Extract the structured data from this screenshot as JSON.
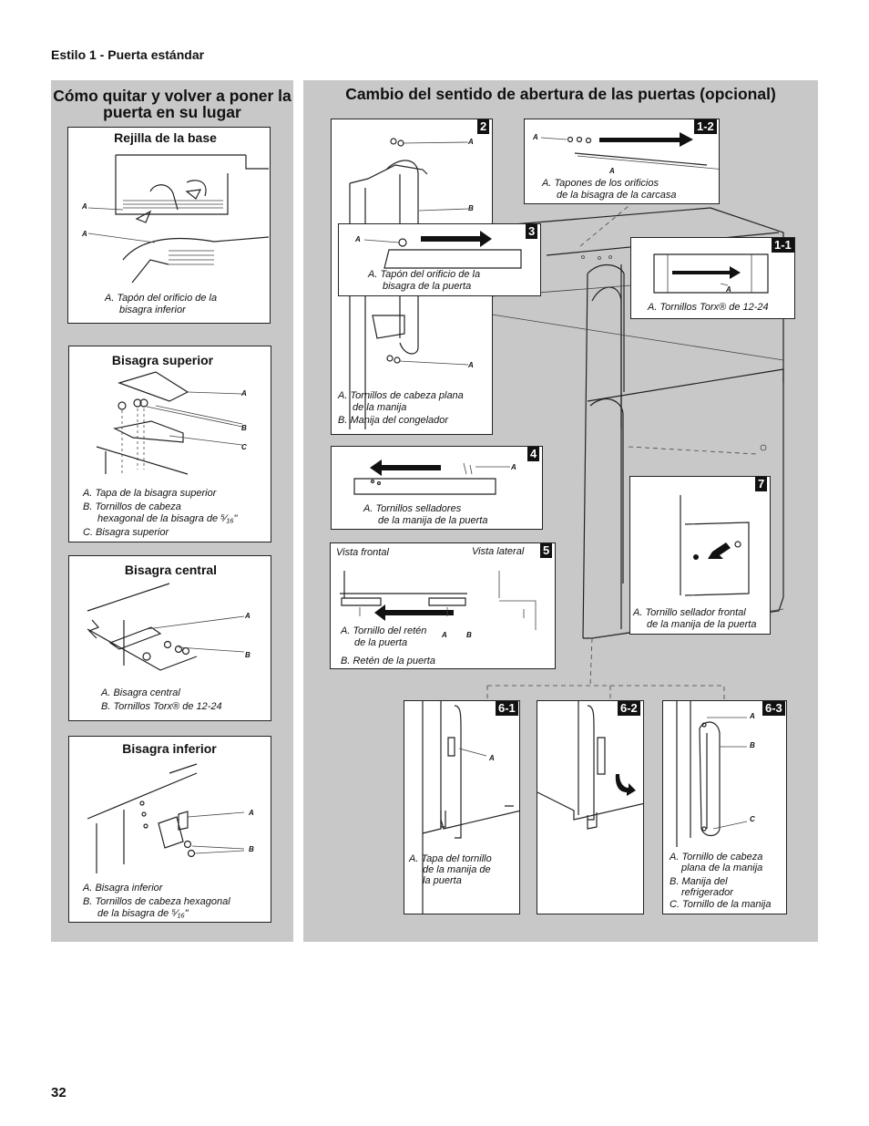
{
  "header": {
    "title": "Estilo 1 - Puerta estándar"
  },
  "left": {
    "title": "Cómo quitar y volver a poner la puerta en su lugar",
    "base_grille": {
      "title": "Rejilla de la base",
      "labels": [
        "A",
        "A"
      ],
      "caption": [
        "A. Tapón del orificio de la",
        "bisagra inferior"
      ]
    },
    "top_hinge": {
      "title": "Bisagra superior",
      "labels": [
        "A",
        "B",
        "C"
      ],
      "caption": [
        "A. Tapa de la bisagra superior",
        "B. Tornillos de cabeza",
        "hexagonal de la bisagra de ⁵⁄₁₆\"",
        "C. Bisagra superior"
      ]
    },
    "center_hinge": {
      "title": "Bisagra central",
      "labels": [
        "A",
        "B"
      ],
      "caption": [
        "A. Bisagra central",
        "B. Tornillos Torx® de 12-24"
      ]
    },
    "bottom_hinge": {
      "title": "Bisagra inferior",
      "labels": [
        "A",
        "B"
      ],
      "caption": [
        "A. Bisagra inferior",
        "B. Tornillos de cabeza hexagonal",
        "de la bisagra de ⁵⁄₁₆\""
      ]
    }
  },
  "right": {
    "title": "Cambio del sentido de abertura de las puertas (opcional)",
    "step2": {
      "tag": "2",
      "labels": [
        "A",
        "B",
        "A"
      ],
      "caption": [
        "A. Tornillos de cabeza plana",
        "de la manija",
        "B. Manija del congelador"
      ]
    },
    "step12": {
      "tag": "1-2",
      "labels": [
        "A",
        "A"
      ],
      "caption": [
        "A. Tapones de los orificios",
        "de la bisagra de la carcasa"
      ]
    },
    "step3": {
      "tag": "3",
      "labels": [
        "A"
      ],
      "caption": [
        "A. Tapón del orificio de la",
        "bisagra de la puerta"
      ]
    },
    "step11": {
      "tag": "1-1",
      "labels": [
        "A"
      ],
      "caption": [
        "A. Tornillos Torx® de 12-24"
      ]
    },
    "step4": {
      "tag": "4",
      "labels": [
        "A"
      ],
      "caption": [
        "A. Tornillos selladores",
        "de la manija de la puerta"
      ]
    },
    "step5": {
      "tag": "5",
      "front": "Vista frontal",
      "side": "Vista lateral",
      "labels": [
        "A",
        "B"
      ],
      "caption": [
        "A. Tornillo del retén",
        "de la puerta",
        "B. Retén de la puerta"
      ]
    },
    "step7": {
      "tag": "7",
      "caption": [
        "A. Tornillo sellador frontal",
        "de la manija de la puerta"
      ]
    },
    "step61": {
      "tag": "6-1",
      "labels": [
        "A"
      ],
      "caption": [
        "A. Tapa del tornillo",
        "de la manija de",
        "la puerta"
      ]
    },
    "step62": {
      "tag": "6-2"
    },
    "step63": {
      "tag": "6-3",
      "labels": [
        "A",
        "B",
        "C"
      ],
      "caption": [
        "A. Tornillo de cabeza",
        "plana de la manija",
        "B. Manija del",
        "refrigerador",
        "C. Tornillo de la manija"
      ]
    }
  },
  "footer": {
    "page_number": "32"
  }
}
